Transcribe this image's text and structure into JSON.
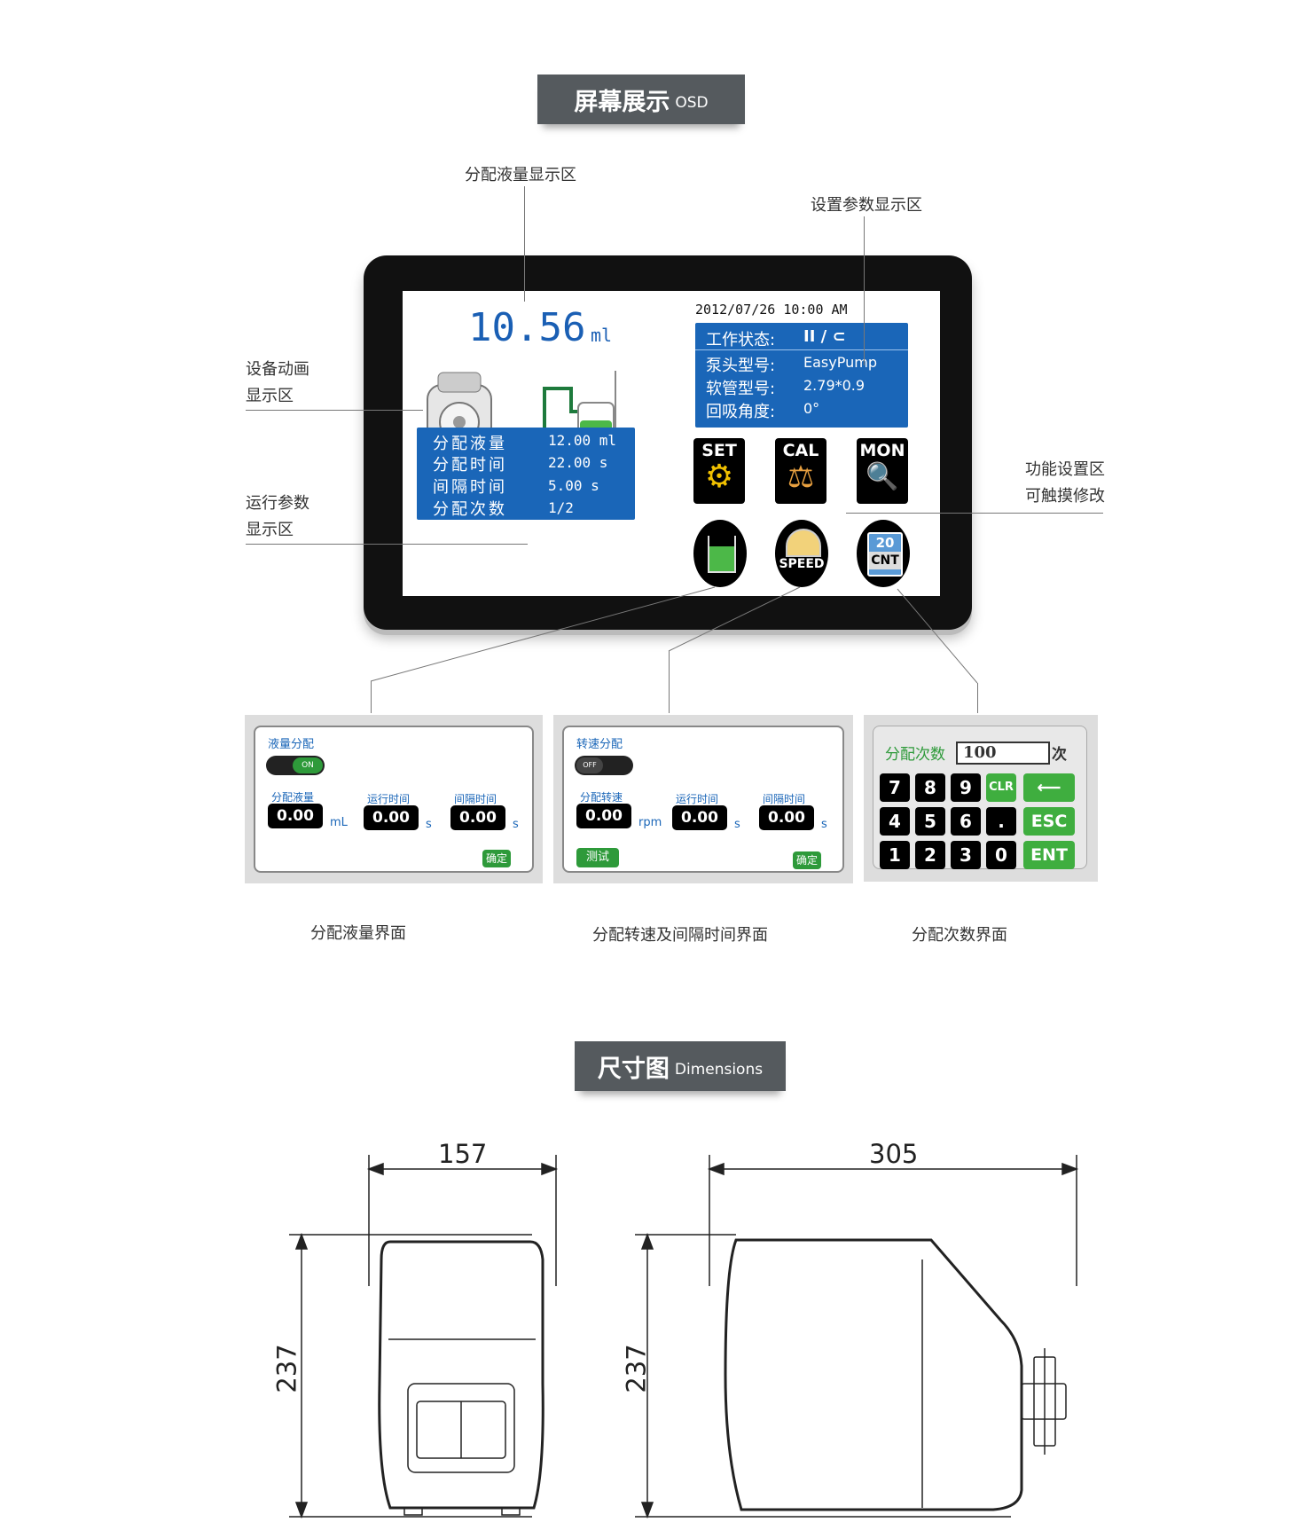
{
  "osd_banner": {
    "title": "屏幕展示",
    "subtitle": "OSD"
  },
  "callouts": {
    "dispense_volume_area": "分配液量显示区",
    "set_params_area": "设置参数显示区",
    "animation_area_1": "设备动画",
    "animation_area_2": "显示区",
    "run_params_area_1": "运行参数",
    "run_params_area_2": "显示区",
    "function_area_1": "功能设置区",
    "function_area_2": "可触摸修改"
  },
  "screen": {
    "volume_value": "10.56",
    "volume_unit": "ml",
    "datetime": "2012/07/26 10:00 AM",
    "status_rows": [
      {
        "label": "工作状态:",
        "value": "II / ⊂"
      },
      {
        "label": "泵头型号:",
        "value": "EasyPump"
      },
      {
        "label": "软管型号:",
        "value": "2.79*0.9"
      },
      {
        "label": "回吸角度:",
        "value": "0°"
      }
    ],
    "run_rows": [
      {
        "label": "分配液量",
        "value": "12.00 ml"
      },
      {
        "label": "分配时间",
        "value": "22.00 s"
      },
      {
        "label": "间隔时间",
        "value": "5.00  s"
      },
      {
        "label": "分配次数",
        "value": "1/2"
      }
    ],
    "buttons": {
      "set": "SET",
      "cal": "CAL",
      "mon": "MON",
      "speed": "SPEED",
      "cnt_top": "20",
      "cnt": "CNT"
    }
  },
  "panel_volume": {
    "title": "液量分配",
    "toggle": "ON",
    "fields": [
      {
        "label": "分配液量",
        "value": "0.00",
        "unit": "mL"
      },
      {
        "label": "运行时间",
        "value": "0.00",
        "unit": "s"
      },
      {
        "label": "间隔时间",
        "value": "0.00",
        "unit": "s"
      }
    ],
    "confirm": "确定",
    "caption": "分配液量界面"
  },
  "panel_speed": {
    "title": "转速分配",
    "toggle": "OFF",
    "fields": [
      {
        "label": "分配转速",
        "value": "0.00",
        "unit": "rpm"
      },
      {
        "label": "运行时间",
        "value": "0.00",
        "unit": "s"
      },
      {
        "label": "间隔时间",
        "value": "0.00",
        "unit": "s"
      }
    ],
    "test": "测试",
    "confirm": "确定",
    "caption": "分配转速及间隔时间界面"
  },
  "panel_count": {
    "label": "分配次数",
    "value": "100",
    "unit": "次",
    "keys": [
      "7",
      "8",
      "9",
      "4",
      "5",
      "6",
      "1",
      "2",
      "3"
    ],
    "key_dot": ".",
    "key_zero": "0",
    "clr": "CLR",
    "back": "⟵",
    "esc": "ESC",
    "ent": "ENT",
    "caption": "分配次数界面"
  },
  "dim_banner": {
    "title": "尺寸图",
    "subtitle": "Dimensions"
  },
  "dimensions": {
    "front_width": "157",
    "front_height": "237",
    "side_width": "305",
    "side_height": "237"
  }
}
